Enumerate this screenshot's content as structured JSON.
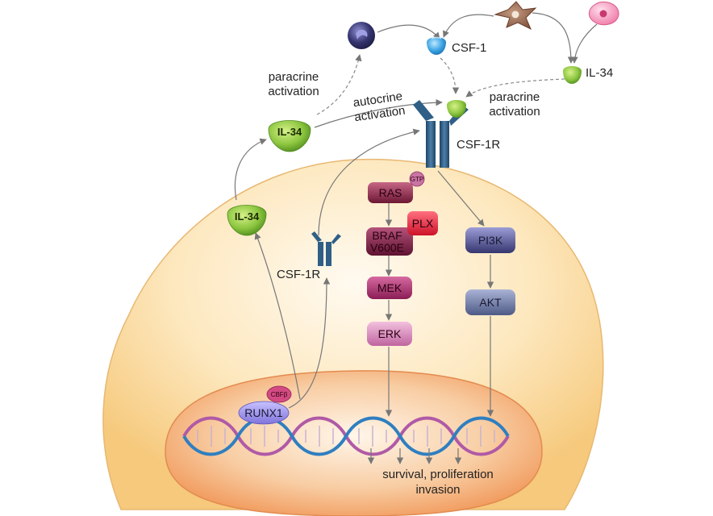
{
  "labels": {
    "csf1_top": "CSF-1",
    "il34_top_right": "IL-34",
    "paracrine_left_1": "paracrine",
    "paracrine_left_2": "activation",
    "autocrine_1": "autocrine",
    "autocrine_2": "activation",
    "paracrine_right_1": "paracrine",
    "paracrine_right_2": "activation",
    "csf1r_membrane": "CSF-1R",
    "csf1r_inner": "CSF-1R",
    "il34_secreted": "IL-34",
    "il34_inner": "IL-34",
    "gtp": "GTP",
    "ras": "RAS",
    "braf_1": "BRAF",
    "braf_2": "V600E",
    "plx": "PLX",
    "mek": "MEK",
    "erk": "ERK",
    "pi3k": "PI3K",
    "akt": "AKT",
    "cbfb": "CBFβ",
    "runx1": "RUNX1",
    "outcome_1": "survival, proliferation",
    "outcome_2": "invasion"
  },
  "colors": {
    "cell_fill": "#fde6b8",
    "nucleus_fill": "#f6b98a",
    "il34_green": "#8cc63f",
    "csf1_blue": "#3aa3e3",
    "receptor_blue": "#2f5f86",
    "ras_maroon": "#8e2a4b",
    "plx_red": "#e8233a",
    "mek_magenta": "#a3306a",
    "erk_pink": "#d07cb0",
    "pi3k_navy": "#3e3f80",
    "akt_slate": "#5e6b9a",
    "runx1_lavender": "#8f86e6",
    "macrophage_brown": "#8a5a44",
    "cell_pink": "#f07aa8",
    "monocyte_navy": "#34336e"
  }
}
